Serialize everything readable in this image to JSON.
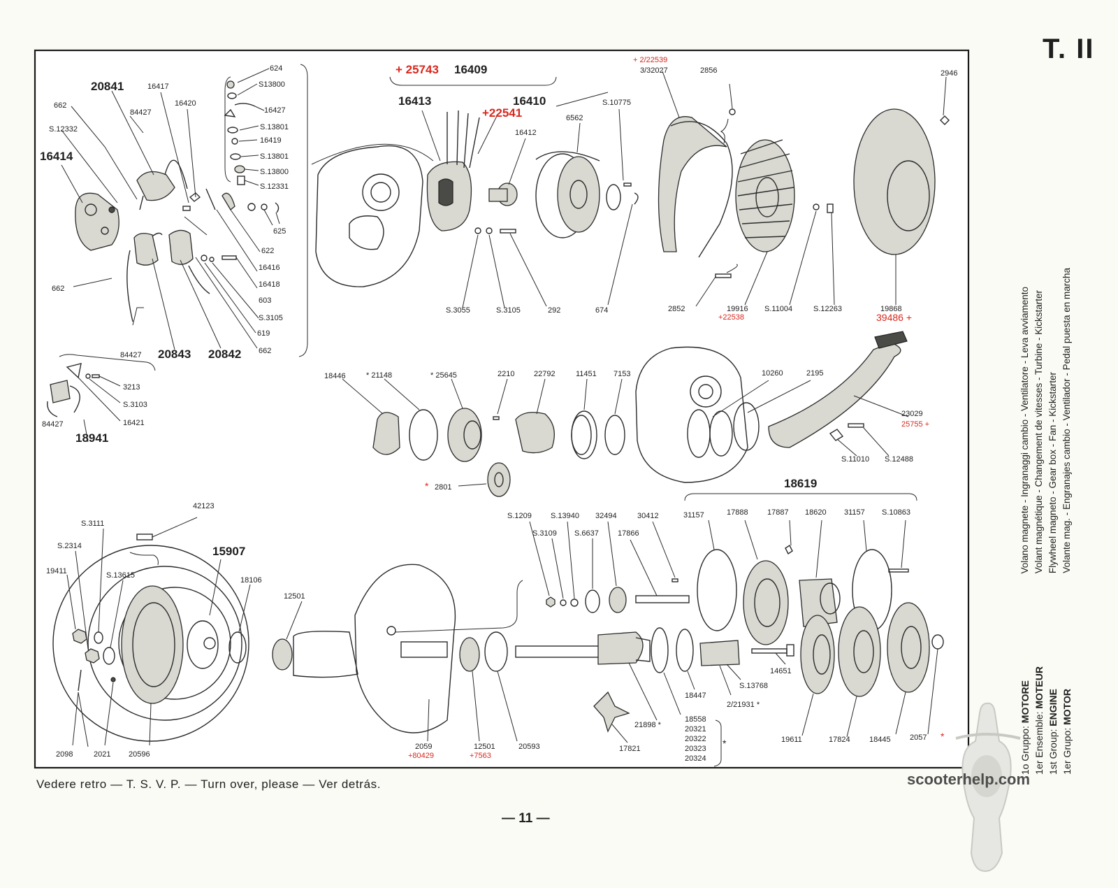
{
  "plate": {
    "title": "T. II"
  },
  "side_titles": [
    "Volano magnete - Ingranaggi cambio - Ventilatore - Leva avviamento",
    "Volant magnétique - Changement de vitesses - Turbine - Kickstarter",
    "Flywheel magneto - Gear box - Fan - Kickstarter",
    "Volante mag. - Engranajes cambio - Ventilador - Pedal puesta en marcha"
  ],
  "group_lines": [
    {
      "prefix": "1o Gruppo:",
      "word": "MOTORE"
    },
    {
      "prefix": "1er Ensemble:",
      "word": "MOTEUR"
    },
    {
      "prefix": "1st Group:",
      "word": "ENGINE"
    },
    {
      "prefix": "1er Grupo:",
      "word": "MOTOR"
    }
  ],
  "footer_note": "Vedere retro — T. S. V. P. — Turn over, please — Ver detrás.",
  "page_number": "— 11 —",
  "watermark": "scooterhelp.com",
  "colors": {
    "ink": "#1e1e1e",
    "red": "#d8281e",
    "paper": "#fbfbf6"
  },
  "labels": {
    "p624": "624",
    "ps13800a": "S13800",
    "p16427": "16427",
    "ps13801a": "S.13801",
    "p16419": "16419",
    "ps13801b": "S.13801",
    "ps13800b": "S.13800",
    "ps12331": "S.12331",
    "p20841": "20841",
    "p16417": "16417",
    "p16420": "16420",
    "p662a": "662",
    "ps12332": "S.12332",
    "p84427a": "84427",
    "p16414": "16414",
    "p625": "625",
    "p622": "622",
    "p16416": "16416",
    "p16418": "16418",
    "p603": "603",
    "ps3105a": "S.3105",
    "p619": "619",
    "p662b": "662",
    "p662c": "662",
    "p84427b": "84427",
    "p20843": "20843",
    "p20842": "20842",
    "p3213": "3213",
    "ps3103": "S.3103",
    "p16421": "16421",
    "p84427c": "84427",
    "p18941": "18941",
    "p25743red": "+ 25743",
    "p16409": "16409",
    "p16413": "16413",
    "p16410": "16410",
    "p22541red": "+22541",
    "p16412": "16412",
    "p6562": "6562",
    "ps10775": "S.10775",
    "ps3055": "S.3055",
    "ps3105b": "S.3105",
    "p292": "292",
    "p674": "674",
    "p22539red": "+ 2/22539",
    "p32027": "3/32027",
    "p2856": "2856",
    "p2946": "2946",
    "p2852": "2852",
    "p19916": "19916",
    "p22538red": "+22538",
    "ps11004": "S.11004",
    "ps12263": "S.12263",
    "p19868": "19868",
    "p39486red": "39486 +",
    "p18446": "18446",
    "p21148": "* 21148",
    "p25645": "* 25645",
    "p2210": "2210",
    "p22792": "22792",
    "p11451": "11451",
    "p7153": "7153",
    "p10260": "10260",
    "p2195": "2195",
    "p23029": "23029",
    "p25755red": "25755 +",
    "ps11010": "S.11010",
    "ps12488": "S.12488",
    "p2801": "2801",
    "p2801star": "*",
    "p18619": "18619",
    "ps1209": "S.1209",
    "ps3109": "S.3109",
    "ps13940": "S.13940",
    "ps6637": "S.6637",
    "p32494": "32494",
    "p30412": "30412",
    "p17866": "17866",
    "p31157a": "31157",
    "p17888": "17888",
    "p17887": "17887",
    "p18620": "18620",
    "p31157b": "31157",
    "ps10863": "S.10863",
    "p42123": "42123",
    "ps3111": "S.3111",
    "ps2314": "S.2314",
    "p15907": "15907",
    "p19411": "19411",
    "ps13615": "S.13615",
    "p18106": "18106",
    "p12501a": "12501",
    "p2098": "2098",
    "p2021": "2021",
    "p20596": "20596",
    "p2059": "2059",
    "p80429red": "+80429",
    "p12501b": "12501",
    "p7563red": "+7563",
    "p20593": "20593",
    "p17821": "17821",
    "p21898": "21898 *",
    "p18447": "18447",
    "p21931": "2/21931 *",
    "ps13768": "S.13768",
    "p14651": "14651",
    "p18558": "18558",
    "p20321": "20321",
    "p20322": "20322",
    "p20323": "20323",
    "p20324": "20324",
    "pstar": "*",
    "p19611": "19611",
    "p17824": "17824",
    "p18445": "18445",
    "p2057": "2057",
    "p2057star": "*"
  }
}
